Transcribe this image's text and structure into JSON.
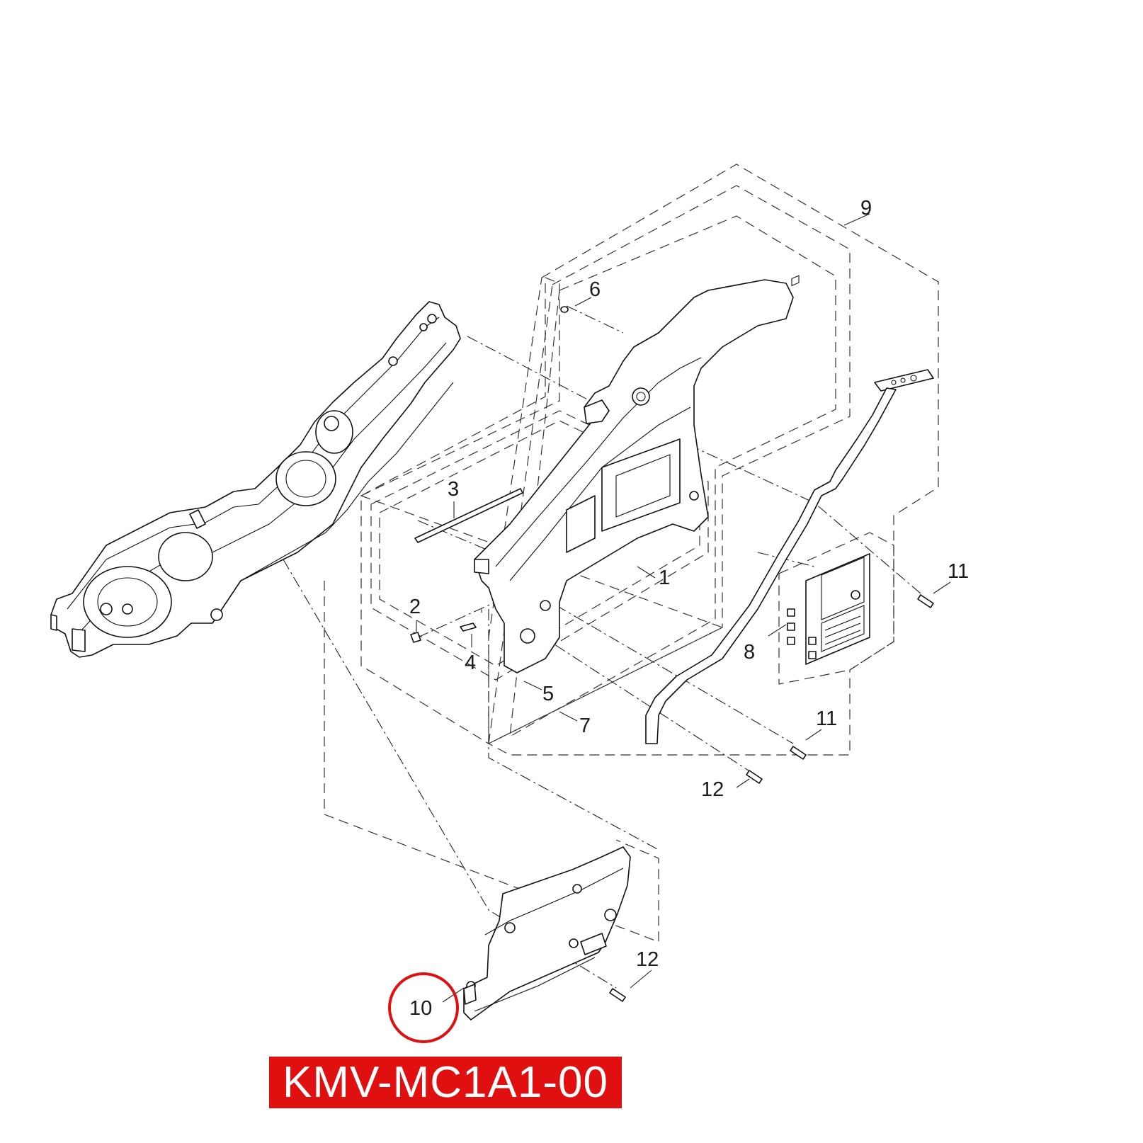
{
  "callouts": {
    "c1": "1",
    "c2": "2",
    "c3": "3",
    "c4": "4",
    "c5": "5",
    "c6": "6",
    "c7": "7",
    "c8": "8",
    "c9": "9",
    "c10": "10",
    "c11a": "11",
    "c11b": "11",
    "c12a": "12",
    "c12b": "12"
  },
  "part_code": "KMV-MC1A1-00",
  "colors": {
    "highlight": "#e01010",
    "line": "#111111",
    "background": "#ffffff"
  }
}
